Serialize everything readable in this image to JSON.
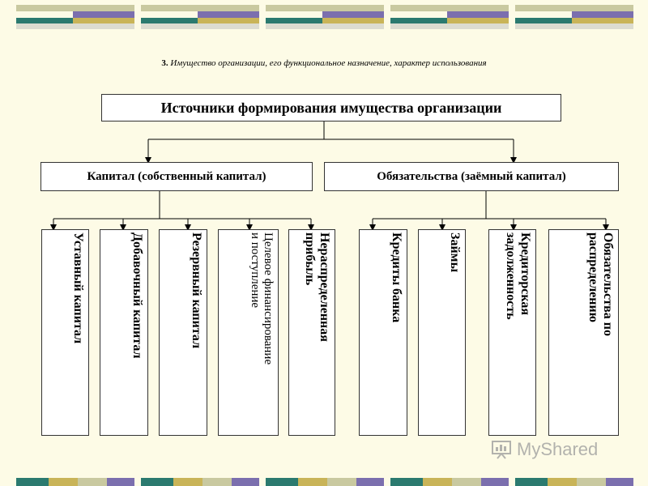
{
  "subtitle": {
    "number": "3.",
    "text": "Имущество организации, его функциональное назначение, характер использования"
  },
  "diagram": {
    "root": "Источники формирования имущества организации",
    "branches": [
      {
        "label": "Капитал (собственный капитал)",
        "leaves": [
          "Уставный капитал",
          "Добавочный капитал",
          "Резервный капитал",
          "Целевое финансирование\nи поступление",
          "Нераспределенная\nприбыль"
        ]
      },
      {
        "label": "Обязательства (заёмный капитал)",
        "leaves": [
          "Кредиты банка",
          "Займы",
          "Кредиторская\nзадолженность",
          "Обязательства по\nраспределению"
        ]
      }
    ]
  },
  "decoration": {
    "colors": [
      "#2b7a6f",
      "#7b6fae",
      "#c9b458",
      "#c9c9a0",
      "#dcdcd0"
    ]
  },
  "watermark": {
    "text": "MyShared",
    "icon": "presentation-board-icon"
  }
}
